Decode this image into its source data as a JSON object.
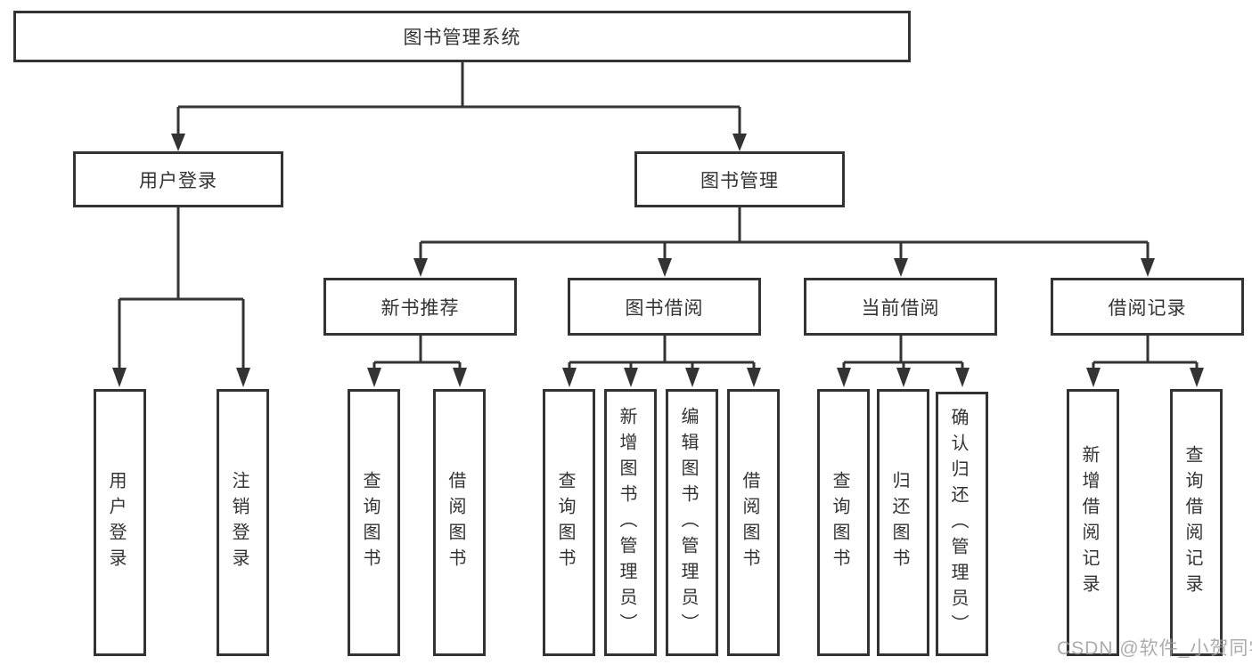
{
  "tree": {
    "root": {
      "label": "图书管理系统"
    },
    "level2": [
      {
        "label": "用户登录",
        "children": [
          {
            "label": "用户登录"
          },
          {
            "label": "注销登录"
          }
        ]
      },
      {
        "label": "图书管理",
        "children": [
          {
            "label": "新书推荐",
            "children": [
              {
                "label": "查询图书"
              },
              {
                "label": "借阅图书"
              }
            ]
          },
          {
            "label": "图书借阅",
            "children": [
              {
                "label": "查询图书"
              },
              {
                "label": "新增图书（管理员）"
              },
              {
                "label": "编辑图书（管理员）"
              },
              {
                "label": "借阅图书"
              }
            ]
          },
          {
            "label": "当前借阅",
            "children": [
              {
                "label": "查询图书"
              },
              {
                "label": "归还图书"
              },
              {
                "label": "确认归还（管理员）"
              }
            ]
          },
          {
            "label": "借阅记录",
            "children": [
              {
                "label": "新增借阅记录"
              },
              {
                "label": "查询借阅记录"
              }
            ]
          }
        ]
      }
    ]
  },
  "watermark": {
    "text": "CSDN @软件_小贺同学",
    "color": "#9e9e9e"
  },
  "colors": {
    "line": "#333333",
    "box_background": "#ffffff",
    "text": "#333333",
    "page_background": "#ffffff"
  }
}
